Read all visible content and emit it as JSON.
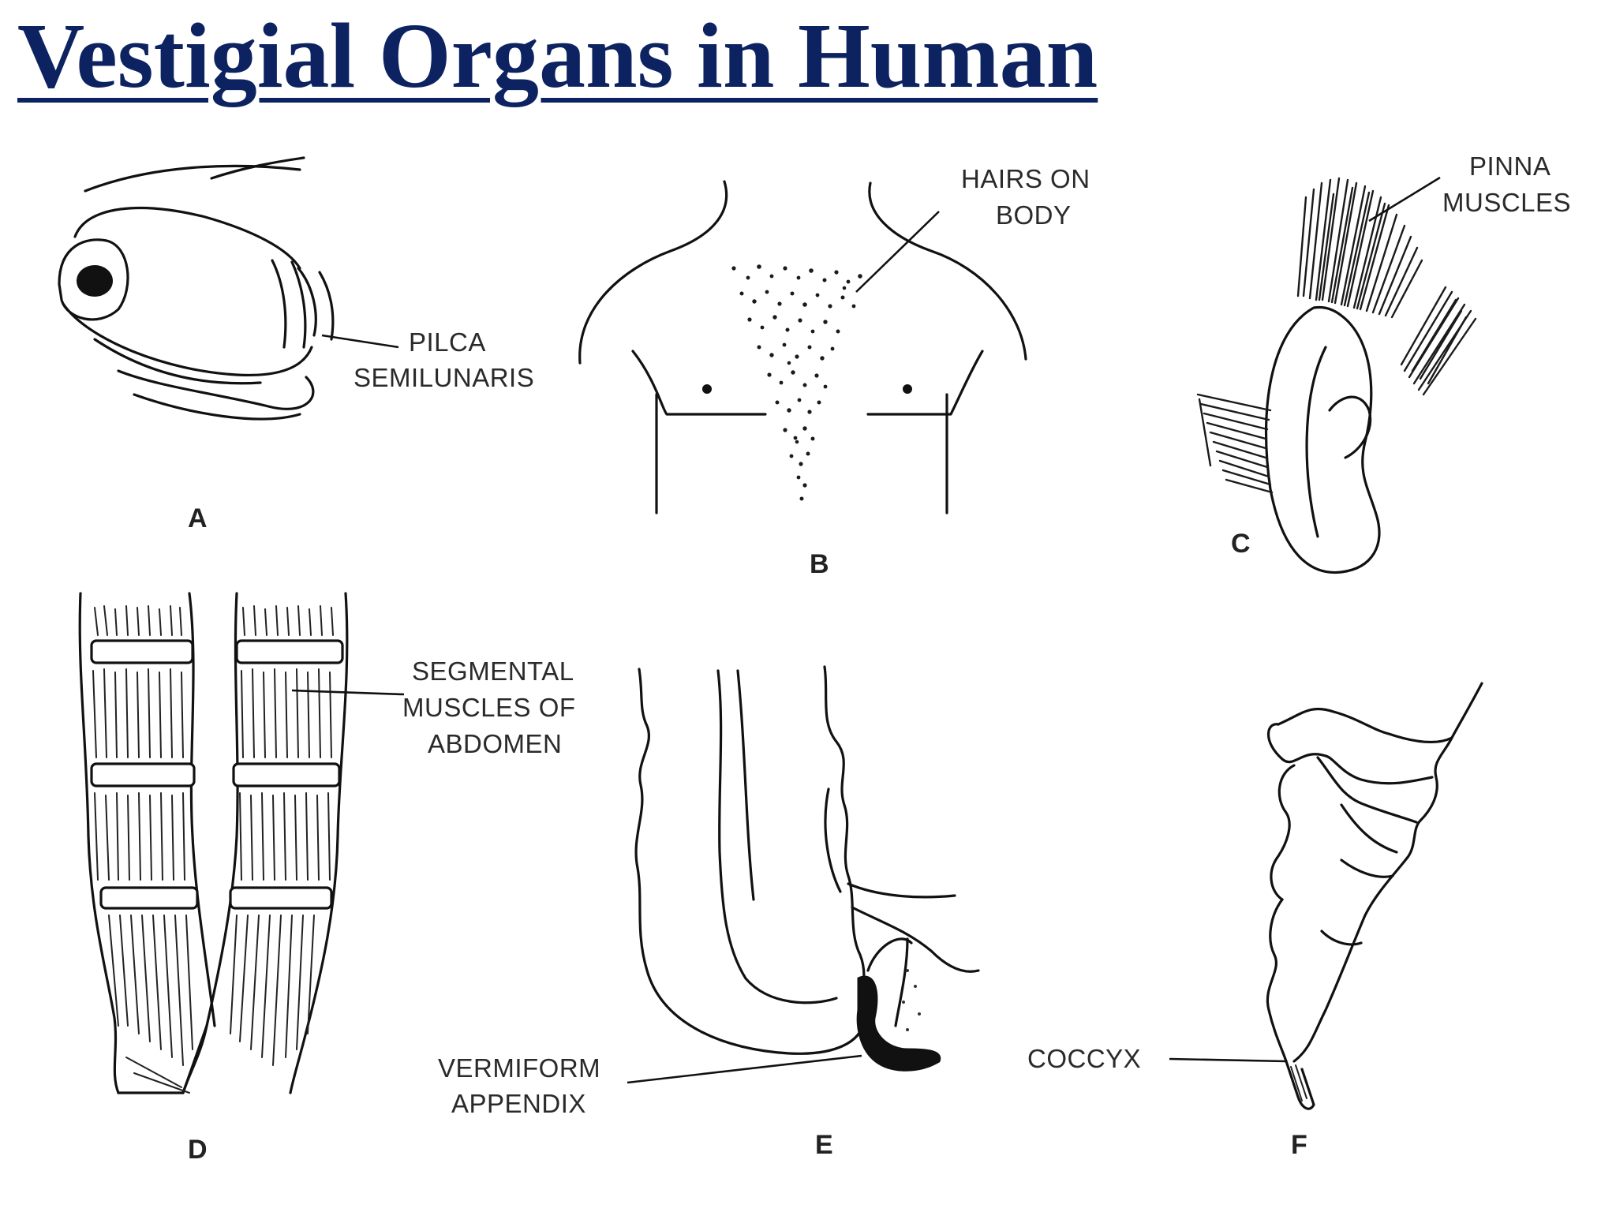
{
  "title": "Vestigial Organs in Human",
  "panels": [
    {
      "letter": "A",
      "label_lines": [
        "PILCA",
        "SEMILUNARIS"
      ]
    },
    {
      "letter": "B",
      "label_lines": [
        "HAIRS ON",
        "BODY"
      ]
    },
    {
      "letter": "C",
      "label_lines": [
        "PINNA",
        "MUSCLES"
      ]
    },
    {
      "letter": "D",
      "label_lines": [
        "SEGMENTAL",
        "MUSCLES OF",
        "ABDOMEN"
      ]
    },
    {
      "letter": "E",
      "label_lines": [
        "VERMIFORM",
        "APPENDIX"
      ]
    },
    {
      "letter": "F",
      "label_lines": [
        "COCCYX"
      ]
    }
  ],
  "colors": {
    "title": "#0d2260",
    "ink": "#111111",
    "background": "#ffffff"
  }
}
